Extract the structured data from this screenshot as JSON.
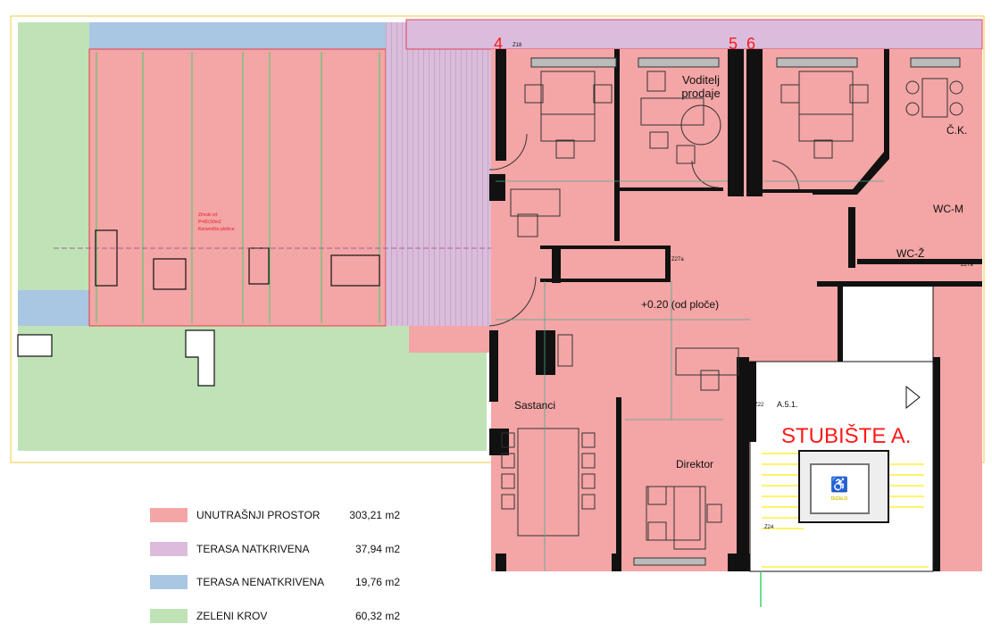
{
  "plan": {
    "rooms": {
      "voditelj_line1": "Voditelj",
      "voditelj_line2": "prodaje",
      "ck": "Č.K.",
      "wc_m": "WC-M",
      "wc_z": "WC-Ž",
      "level": "+0.20 (od ploče)",
      "sastanci": "Sastanci",
      "direktor": "Direktor",
      "stair_title": "STUBIŠTE A.",
      "stair_code": "A.5.1.",
      "lift": "DIZALO"
    },
    "tags": {
      "z18": "Z18",
      "z22": "Z22",
      "z24": "Z24",
      "z27a": "Z27a",
      "z27a_2": "Z27a"
    },
    "axes": {
      "a4": "4",
      "a5": "5",
      "a6": "6"
    },
    "winter_garden": {
      "line1": "Zimski vrt",
      "line2": "P=80,50m2",
      "line3": "Keramičke pločice"
    }
  },
  "legend": [
    {
      "name": "UNUTRAŠNJI PROSTOR",
      "value": "303,21 m2",
      "color": "#f4a5a5"
    },
    {
      "name": "TERASA NATKRIVENA",
      "value": "37,94 m2",
      "color": "#dcbcdc"
    },
    {
      "name": "TERASA NENATKRIVENA",
      "value": "19,76 m2",
      "color": "#a9c6e3"
    },
    {
      "name": "ZELENI KROV",
      "value": "60,32 m2",
      "color": "#bfe3b7"
    }
  ],
  "colors": {
    "wall": "#111111",
    "axis": "#ff1a1a",
    "stair": "#ffef3a",
    "dimension": "#4fa892"
  }
}
